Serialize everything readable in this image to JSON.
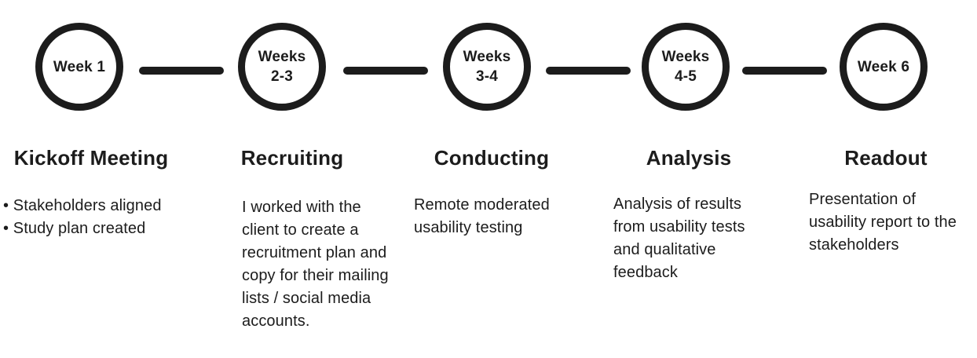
{
  "colors": {
    "ink": "#1c1c1c",
    "background": "#ffffff"
  },
  "timeline": {
    "stages": [
      {
        "week_label": "Week 1",
        "title": "Kickoff Meeting",
        "description": "• Stakeholders aligned\n• Study plan created"
      },
      {
        "week_label": "Weeks\n2-3",
        "title": "Recruiting",
        "description": "I worked with the\nclient to create a\nrecruitment plan and\ncopy for their mailing\nlists / social media\naccounts."
      },
      {
        "week_label": "Weeks\n3-4",
        "title": "Conducting",
        "description": "Remote moderated\nusability testing"
      },
      {
        "week_label": "Weeks\n4-5",
        "title": "Analysis",
        "description": "Analysis of results\nfrom usability tests\nand qualitative\nfeedback"
      },
      {
        "week_label": "Week 6",
        "title": "Readout",
        "description": "Presentation of\nusability report to the\nstakeholders"
      }
    ]
  }
}
